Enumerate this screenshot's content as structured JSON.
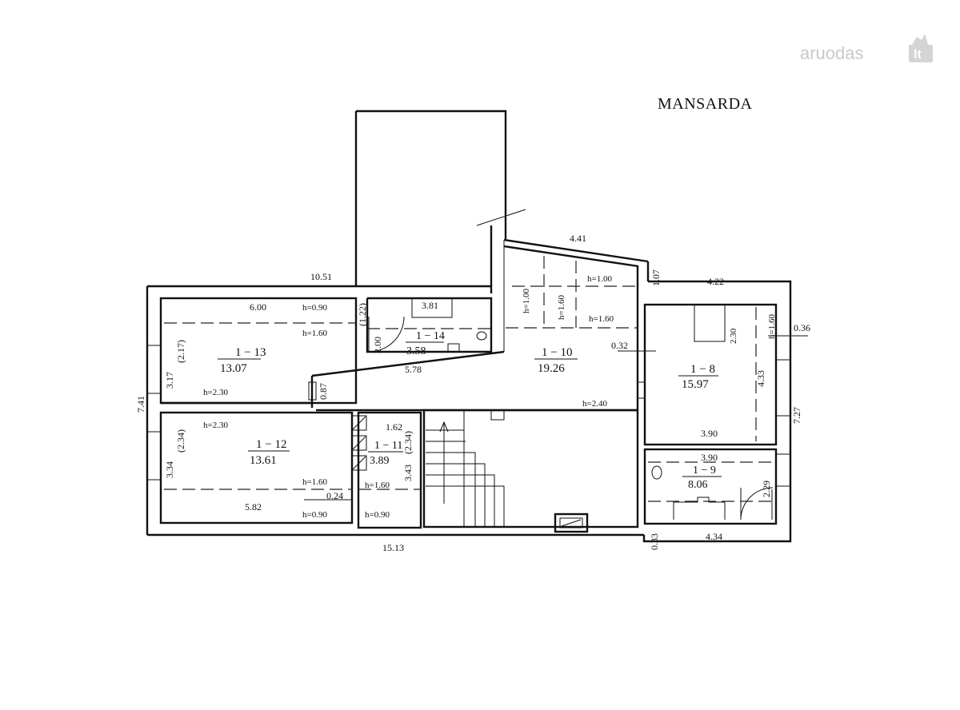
{
  "title": "MANSARDA",
  "watermark": {
    "text": "aruodas",
    "badge": "lt",
    "color": "#c9c9c9"
  },
  "rooms": [
    {
      "id": "1 − 13",
      "area": "13.07"
    },
    {
      "id": "1 − 14",
      "area": "3.58"
    },
    {
      "id": "1 − 10",
      "area": "19.26"
    },
    {
      "id": "1 − 8",
      "area": "15.97"
    },
    {
      "id": "1 − 12",
      "area": "13.61"
    },
    {
      "id": "1 − 11",
      "area": "3.89"
    },
    {
      "id": "1 − 9",
      "area": "8.06"
    }
  ],
  "dimensions": {
    "top_left": "10.51",
    "top_mid": "4.41",
    "top_small": "1.07",
    "top_right": "4.22",
    "r13_width": "6.00",
    "r14_width": "3.81",
    "r14_height": "(1.22)",
    "r14_door": "2.00",
    "corr_width": "5.78",
    "corr_gap": "0.87",
    "r10_gap": "0.32",
    "r8_right": "0.36",
    "r8_height": "4.33",
    "r8_width": "3.90",
    "r9_width": "3.90",
    "r9_door": "2.29",
    "left_total": "7.41",
    "right_total": "7.27",
    "r13_h1": "3.17",
    "r13_h2": "(2.17)",
    "r12_h1": "3.34",
    "r12_h2": "(2.34)",
    "r11_width": "1.62",
    "r11_h1": "3.43",
    "r11_h2": "(2.34)",
    "r12_width": "5.82",
    "r12_gap": "0.24",
    "bottom_total": "15.13",
    "bottom_small": "0.33",
    "bottom_right": "4.34",
    "r8_slope": "2.30"
  },
  "heights": {
    "r13_a": "h=0.90",
    "r13_b": "h=1.60",
    "r13_c": "h=2.30",
    "r10_a": "h=1.00",
    "r10_b": "h=1.00",
    "r10_c": "h=1.60",
    "r10_d": "h=1.60",
    "r10_e": "h=2.40",
    "r8_a": "h=1.60",
    "r12_a": "h=2.30",
    "r12_b": "h=1.60",
    "r12_c": "h=0.90",
    "r11_a": "h=1.60",
    "r11_b": "h=0.90"
  }
}
